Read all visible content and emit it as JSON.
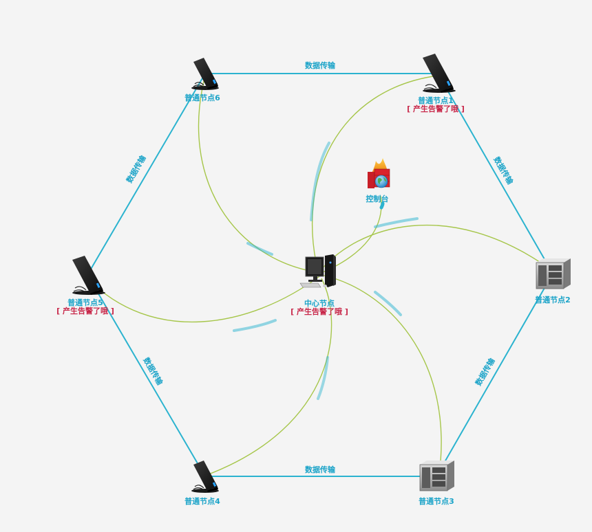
{
  "colors": {
    "background": "#f4f4f4",
    "ring_link": "#2bb3cf",
    "center_link": "#a6c64a",
    "label": "#1aa3c8",
    "alert": "#c8284a"
  },
  "center": {
    "label": "中心节点",
    "alert": "[ 产生告警了哦 ]",
    "icon": "desktop-computer-icon"
  },
  "console": {
    "label": "控制台",
    "icon": "firewall-globe-icon"
  },
  "nodes": [
    {
      "id": "n1",
      "label": "普通节点1",
      "alert": "[ 产生告警了哦 ]",
      "icon": "router-icon"
    },
    {
      "id": "n2",
      "label": "普通节点2",
      "alert": "",
      "icon": "server-icon"
    },
    {
      "id": "n3",
      "label": "普通节点3",
      "alert": "",
      "icon": "server-icon"
    },
    {
      "id": "n4",
      "label": "普通节点4",
      "alert": "",
      "icon": "router-icon"
    },
    {
      "id": "n5",
      "label": "普通节点5",
      "alert": "[ 产生告警了哦 ]",
      "icon": "router-icon"
    },
    {
      "id": "n6",
      "label": "普通节点6",
      "alert": "",
      "icon": "router-icon"
    }
  ],
  "ring_edges": [
    {
      "from": "n6",
      "to": "n1",
      "label": "数据传输"
    },
    {
      "from": "n1",
      "to": "n2",
      "label": "数据传输"
    },
    {
      "from": "n2",
      "to": "n3",
      "label": "数据传输"
    },
    {
      "from": "n3",
      "to": "n4",
      "label": "数据传输"
    },
    {
      "from": "n4",
      "to": "n5",
      "label": "数据传输"
    },
    {
      "from": "n5",
      "to": "n6",
      "label": "数据传输"
    }
  ]
}
